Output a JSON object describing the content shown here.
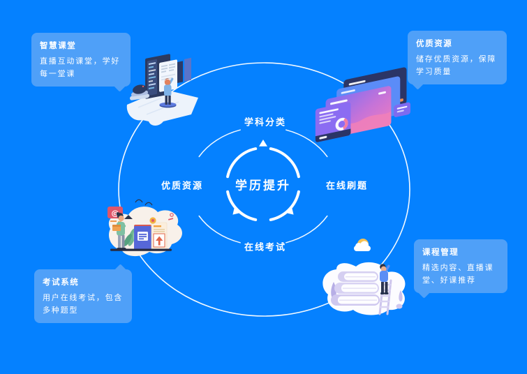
{
  "colors": {
    "background": "#0581ff",
    "card": "#4fa0f8",
    "text": "#ffffff",
    "illustration_navy": "#2c3a60",
    "illustration_pink": "#f07fb9",
    "illustration_purple": "#8b6cf2"
  },
  "center": {
    "label": "学历提升"
  },
  "ring_labels": {
    "top": "学科分类",
    "right": "在线刷题",
    "bottom": "在线考试",
    "left": "优质资源"
  },
  "cards": {
    "smart_classroom": {
      "title": "智慧课堂",
      "line1": "直播互动课堂，学好",
      "line2": "每一堂课"
    },
    "quality_resources": {
      "title": "优质资源",
      "line1": "储存优质资源，保障",
      "line2": "学习质量"
    },
    "exam_system": {
      "title": "考试系统",
      "line1": "用户在线考试，包含",
      "line2": "多种题型"
    },
    "course_management": {
      "title": "课程管理",
      "line1": "精选内容、直播课",
      "line2": "堂、好课推荐"
    }
  },
  "illustration_text": {
    "at_sign": "@"
  }
}
